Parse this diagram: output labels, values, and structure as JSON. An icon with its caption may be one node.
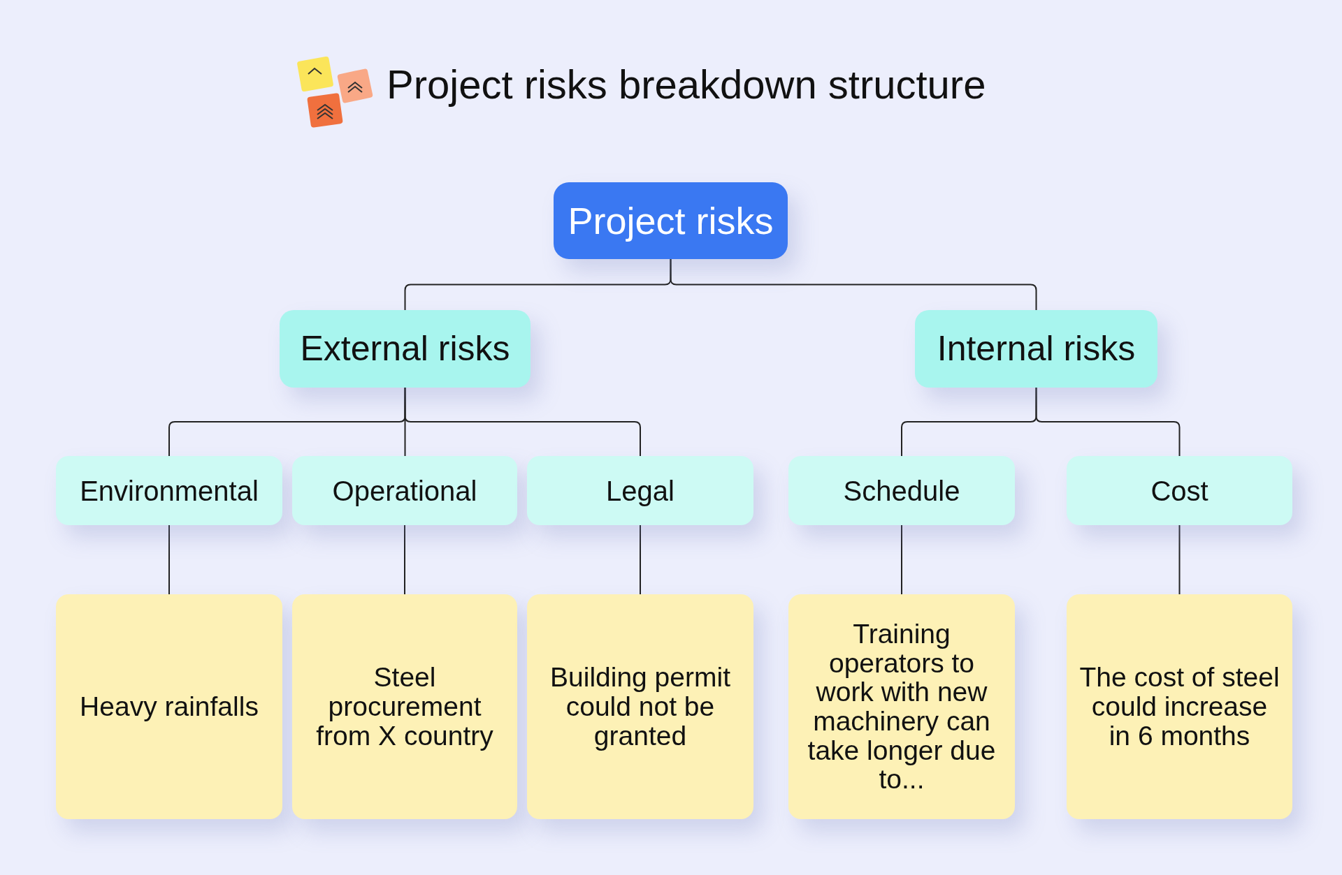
{
  "diagram": {
    "title": "Project risks breakdown structure",
    "nodes": [
      {
        "text": [
          "Project risks"
        ]
      },
      {
        "text": [
          "External risks"
        ]
      },
      {
        "text": [
          "Internal risks"
        ]
      },
      {
        "text": [
          "Environmental"
        ]
      },
      {
        "text": [
          "Operational"
        ]
      },
      {
        "text": [
          "Legal"
        ]
      },
      {
        "text": [
          "Schedule"
        ]
      },
      {
        "text": [
          "Cost"
        ]
      },
      {
        "text": [
          "Heavy rainfalls"
        ]
      },
      {
        "text": [
          "Steel procurement from X country"
        ]
      },
      {
        "text": [
          "Building permit could not be granted"
        ]
      },
      {
        "text": [
          "Training operators to work with new machinery can take longer due to..."
        ]
      },
      {
        "text": [
          "The cost of steel could increase in 6 months"
        ]
      }
    ],
    "edges": [
      {
        "from": 0,
        "to": 1,
        "arrow": "none"
      },
      {
        "from": 0,
        "to": 2,
        "arrow": "none"
      },
      {
        "from": 1,
        "to": 3,
        "arrow": "none"
      },
      {
        "from": 1,
        "to": 4,
        "arrow": "none"
      },
      {
        "from": 1,
        "to": 5,
        "arrow": "none"
      },
      {
        "from": 2,
        "to": 6,
        "arrow": "none"
      },
      {
        "from": 2,
        "to": 7,
        "arrow": "none"
      },
      {
        "from": 3,
        "to": 8,
        "arrow": "none"
      },
      {
        "from": 4,
        "to": 9,
        "arrow": "none"
      },
      {
        "from": 5,
        "to": 10,
        "arrow": "none"
      },
      {
        "from": 6,
        "to": 11,
        "arrow": "none"
      },
      {
        "from": 7,
        "to": 12,
        "arrow": "none"
      }
    ]
  }
}
